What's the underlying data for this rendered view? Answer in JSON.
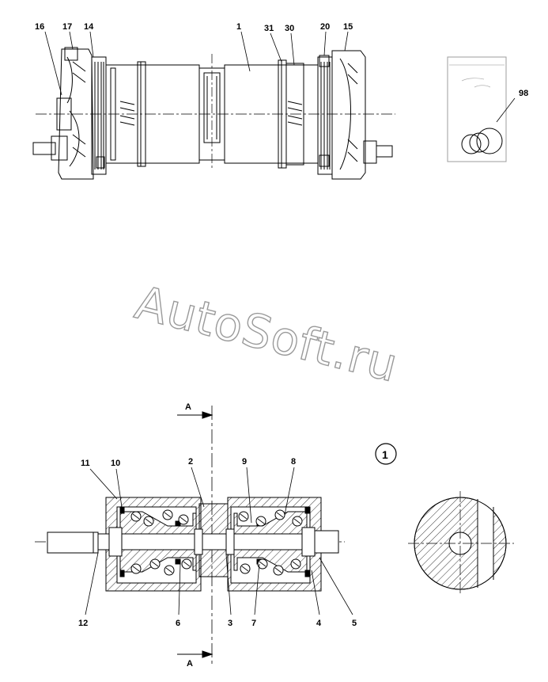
{
  "watermark": "AutoSoft.ru",
  "detail_marker": "1",
  "section_label": "A",
  "top_callouts": [
    {
      "id": "c16",
      "text": "16"
    },
    {
      "id": "c17",
      "text": "17"
    },
    {
      "id": "c14",
      "text": "14"
    },
    {
      "id": "c1",
      "text": "1"
    },
    {
      "id": "c31",
      "text": "31"
    },
    {
      "id": "c30",
      "text": "30"
    },
    {
      "id": "c20",
      "text": "20"
    },
    {
      "id": "c15",
      "text": "15"
    }
  ],
  "kit_callout": "98",
  "bottom_callouts": [
    {
      "id": "c11",
      "text": "11"
    },
    {
      "id": "c10",
      "text": "10"
    },
    {
      "id": "c2",
      "text": "2"
    },
    {
      "id": "c9",
      "text": "9"
    },
    {
      "id": "c8",
      "text": "8"
    },
    {
      "id": "c12",
      "text": "12"
    },
    {
      "id": "c6",
      "text": "6"
    },
    {
      "id": "c3",
      "text": "3"
    },
    {
      "id": "c7",
      "text": "7"
    },
    {
      "id": "c4",
      "text": "4"
    },
    {
      "id": "c5",
      "text": "5"
    }
  ],
  "colors": {
    "line": "#000000",
    "hatch": "#000000",
    "bag": "#9c9c9c",
    "watermark_outline": "#9a9a9a"
  }
}
